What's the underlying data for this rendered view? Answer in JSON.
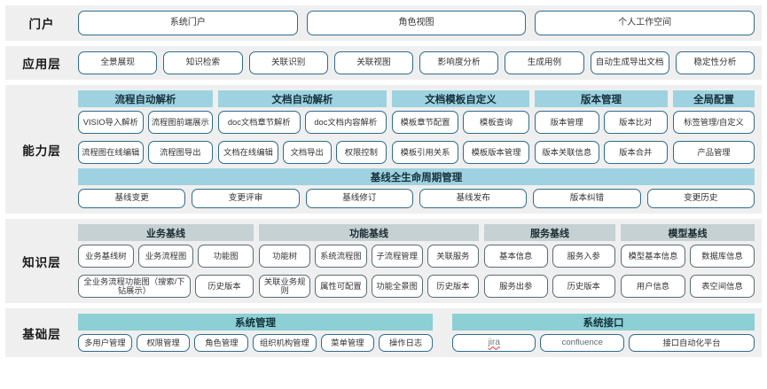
{
  "colors": {
    "accent": "#9ed2e0",
    "accent_gray": "#c6d1d4",
    "accent_teal": "#8ccfd4",
    "border": "#2f6c8e",
    "row_bg": "#efefef",
    "spell_error": "#e0312e"
  },
  "layers": {
    "portal": {
      "label": "门户",
      "items": [
        "系统门户",
        "角色视图",
        "个人工作空间"
      ]
    },
    "application": {
      "label": "应用层",
      "items": [
        "全景展现",
        "知识检索",
        "关联识别",
        "关联视图",
        "影响度分析",
        "生成用例",
        "自动生成导出文档",
        "稳定性分析"
      ]
    },
    "capability": {
      "label": "能力层",
      "groups": [
        {
          "title": "流程自动解析",
          "rows": [
            [
              "VISIO导入解析",
              "流程图前端展示"
            ],
            [
              "流程图在线编辑",
              "流程图导出"
            ]
          ]
        },
        {
          "title": "文档自动解析",
          "rows": [
            [
              "doc文档章节解析",
              "doc文档内容解析"
            ],
            [
              "文档在线编辑",
              "文档导出",
              "权限控制"
            ]
          ]
        },
        {
          "title": "文档模板自定义",
          "rows": [
            [
              "模板章节配置",
              "模板查询"
            ],
            [
              "模板引用关系",
              "模板版本管理"
            ]
          ]
        },
        {
          "title": "版本管理",
          "rows": [
            [
              "版本管理",
              "版本比对"
            ],
            [
              "版本关联信息",
              "版本合并"
            ]
          ]
        },
        {
          "title": "全局配置",
          "rows": [
            [
              "标签管理/自定义"
            ],
            [
              "产品管理"
            ]
          ]
        }
      ],
      "lifecycle": {
        "title": "基线全生命周期管理",
        "items": [
          "基线变更",
          "变更评审",
          "基线修订",
          "基线发布",
          "版本纠错",
          "变更历史"
        ]
      }
    },
    "knowledge": {
      "label": "知识层",
      "groups": [
        {
          "title": "业务基线",
          "rows": [
            [
              "业务基线树",
              "业务流程图",
              "功能图"
            ],
            [
              "全业务流程功能图（搜索/下钻展示）",
              "历史版本"
            ]
          ]
        },
        {
          "title": "功能基线",
          "rows": [
            [
              "功能树",
              "系统流程图",
              "子流程管理",
              "关联服务"
            ],
            [
              "关联业务规则",
              "属性可配置",
              "功能全景图",
              "历史版本"
            ]
          ]
        },
        {
          "title": "服务基线",
          "rows": [
            [
              "基本信息",
              "服务入参"
            ],
            [
              "服务出参",
              "历史版本"
            ]
          ]
        },
        {
          "title": "模型基线",
          "rows": [
            [
              "模型基本信息",
              "数据库信息"
            ],
            [
              "用户信息",
              "表空间信息"
            ]
          ]
        }
      ]
    },
    "base": {
      "label": "基础层",
      "groups": [
        {
          "title": "系统管理",
          "items": [
            "多用户管理",
            "权限管理",
            "角色管理",
            "组织机构管理",
            "菜单管理",
            "操作日志"
          ]
        },
        {
          "title": "系统接口",
          "items": [
            "jira",
            "confluence",
            "接口自动化平台"
          ]
        }
      ]
    }
  }
}
